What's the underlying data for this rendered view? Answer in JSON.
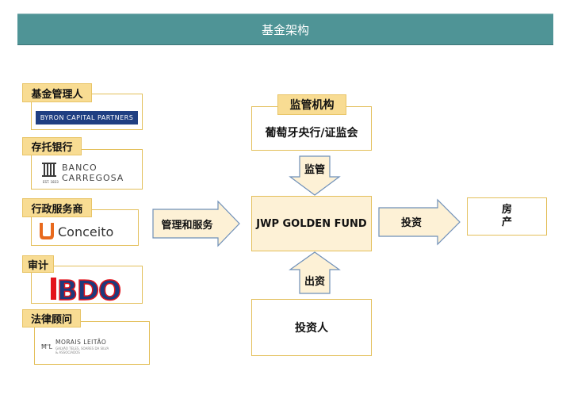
{
  "title": "基金架构",
  "left_panel": {
    "items": [
      {
        "tag": "基金管理人",
        "logo": "BYRON  CAPITAL PARTNERS"
      },
      {
        "tag": "存托银行",
        "logo_line1": "BANCO",
        "logo_line2": "CARREGOSA",
        "logo_small": "EST. 1833"
      },
      {
        "tag": "行政服务商",
        "logo": "Conceito"
      },
      {
        "tag": "审计",
        "logo": "BDO"
      },
      {
        "tag": "法律顾问",
        "logo_mark": "M L",
        "logo_line1": "MORAIS LEITÃO",
        "logo_line2": "GALVÃO TELES, SOARES DA SILVA",
        "logo_line3": "& ASSOCIADOS"
      }
    ]
  },
  "arrows": {
    "management": "管理和服务",
    "supervision": "监管",
    "investment": "投资",
    "capital_in": "出资"
  },
  "regulator": {
    "tag": "监管机构",
    "name": "葡萄牙央行/证监会"
  },
  "fund": {
    "name": "JWP GOLDEN FUND"
  },
  "property": {
    "line1": "房",
    "line2": "产"
  },
  "investor": {
    "name": "投资人"
  },
  "colors": {
    "header": "#4f9496",
    "tag_fill": "#f8dc93",
    "box_border": "#e3bf5a",
    "fund_fill": "#fdf1d6",
    "arrow_fill": "#fdf1d6",
    "byron_blue": "#1f3f82",
    "conceito_orange": "#e8691d",
    "bdo_red": "#e3131b",
    "bdo_blue": "#1d3a7c"
  }
}
